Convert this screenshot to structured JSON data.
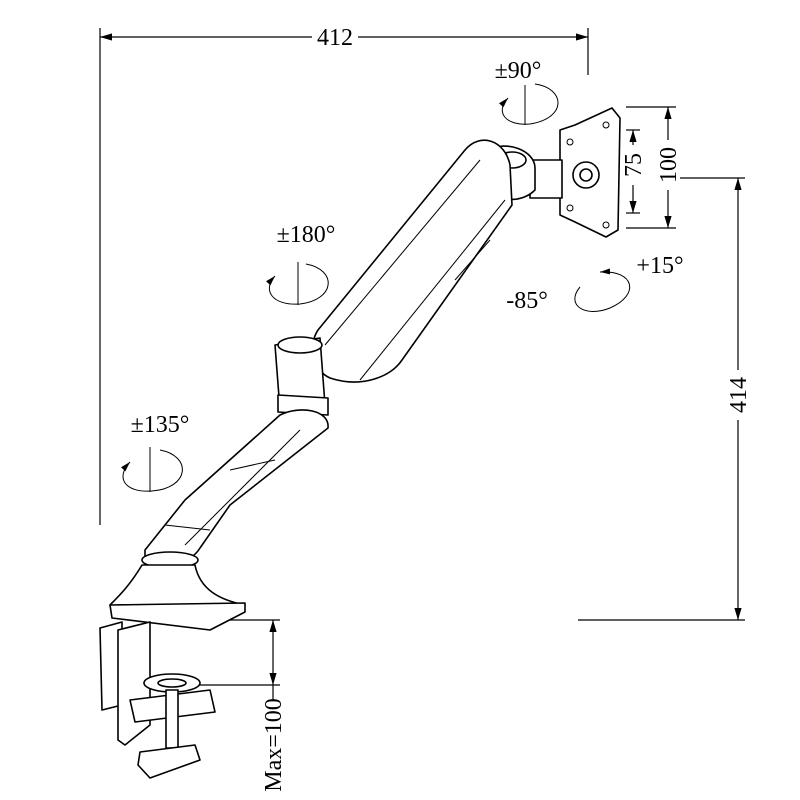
{
  "title": "Monitor arm dimension drawing",
  "dimensions": {
    "width": "412",
    "height": "414",
    "vesa_small": "75",
    "vesa_large": "100",
    "clamp_max": "Max=100"
  },
  "rotations": {
    "head_swivel": "±90°",
    "arm_rotation": "±180°",
    "tilt_up": "+15°",
    "tilt_down": "-85°",
    "base_rotation": "±135°"
  }
}
